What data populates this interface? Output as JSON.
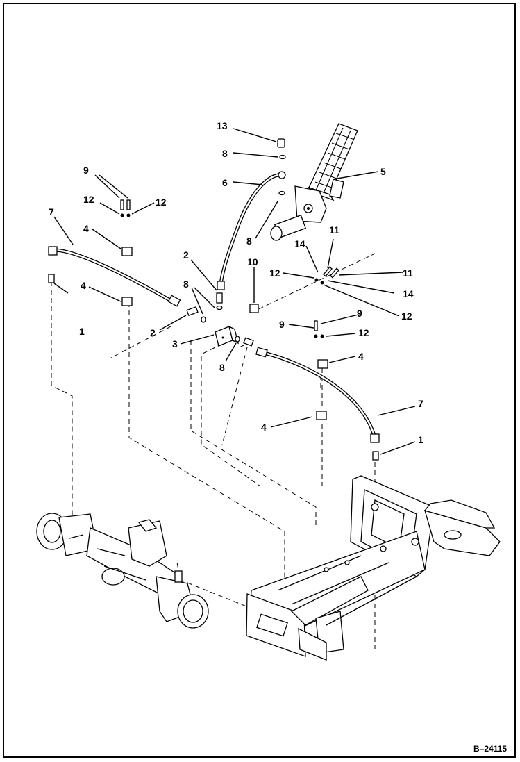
{
  "diagram": {
    "figure_ref": "B–24115",
    "callouts": [
      {
        "id": "c13",
        "label": "13"
      },
      {
        "id": "c8a",
        "label": "8"
      },
      {
        "id": "c6",
        "label": "6"
      },
      {
        "id": "c5",
        "label": "5"
      },
      {
        "id": "c9a",
        "label": "9"
      },
      {
        "id": "c12a",
        "label": "12"
      },
      {
        "id": "c12b",
        "label": "12"
      },
      {
        "id": "c7a",
        "label": "7"
      },
      {
        "id": "c4a",
        "label": "4"
      },
      {
        "id": "c8b",
        "label": "8"
      },
      {
        "id": "c11a",
        "label": "11"
      },
      {
        "id": "c14a",
        "label": "14"
      },
      {
        "id": "c2a",
        "label": "2"
      },
      {
        "id": "c10",
        "label": "10"
      },
      {
        "id": "c12c",
        "label": "12"
      },
      {
        "id": "c11b",
        "label": "11"
      },
      {
        "id": "c8c",
        "label": "8"
      },
      {
        "id": "c14b",
        "label": "14"
      },
      {
        "id": "c4b",
        "label": "4"
      },
      {
        "id": "c12d",
        "label": "12"
      },
      {
        "id": "c1a",
        "label": "1"
      },
      {
        "id": "c9b",
        "label": "9"
      },
      {
        "id": "c9c",
        "label": "9"
      },
      {
        "id": "c2b",
        "label": "2"
      },
      {
        "id": "c12e",
        "label": "12"
      },
      {
        "id": "c3",
        "label": "3"
      },
      {
        "id": "c4c",
        "label": "4"
      },
      {
        "id": "c8d",
        "label": "8"
      },
      {
        "id": "c7b",
        "label": "7"
      },
      {
        "id": "c4d",
        "label": "4"
      },
      {
        "id": "c1b",
        "label": "1"
      }
    ]
  }
}
